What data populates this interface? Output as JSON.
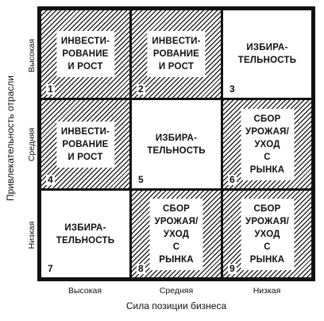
{
  "axes": {
    "y_title": "Привлекательность отрасли",
    "x_title": "Сила позиции бизнеса",
    "rows": [
      "Высокая",
      "Средняя",
      "Низкая"
    ],
    "cols": [
      "Высокая",
      "Средняя",
      "Низкая"
    ]
  },
  "cells": [
    {
      "number": "1",
      "text": "ИНВЕСТИ-\nРОВАНИЕ\nИ РОСТ",
      "hatched": true
    },
    {
      "number": "2",
      "text": "ИНВЕСТИ-\nРОВАНИЕ\nИ РОСТ",
      "hatched": true
    },
    {
      "number": "3",
      "text": "ИЗБИРА-\nТЕЛЬНОСТЬ",
      "hatched": false
    },
    {
      "number": "4",
      "text": "ИНВЕСТИ-\nРОВАНИЕ\nИ РОСТ",
      "hatched": true
    },
    {
      "number": "5",
      "text": "ИЗБИРА-\nТЕЛЬНОСТЬ",
      "hatched": false
    },
    {
      "number": "6",
      "text": "СБОР\nУРОЖАЯ/\nУХОД\nС РЫНКА",
      "hatched": true
    },
    {
      "number": "7",
      "text": "ИЗБИРА-\nТЕЛЬНОСТЬ",
      "hatched": false
    },
    {
      "number": "8",
      "text": "СБОР\nУРОЖАЯ/\nУХОД\nС РЫНКА",
      "hatched": true
    },
    {
      "number": "9",
      "text": "СБОР\nУРОЖАЯ/\nУХОД\nС РЫНКА",
      "hatched": true
    }
  ]
}
